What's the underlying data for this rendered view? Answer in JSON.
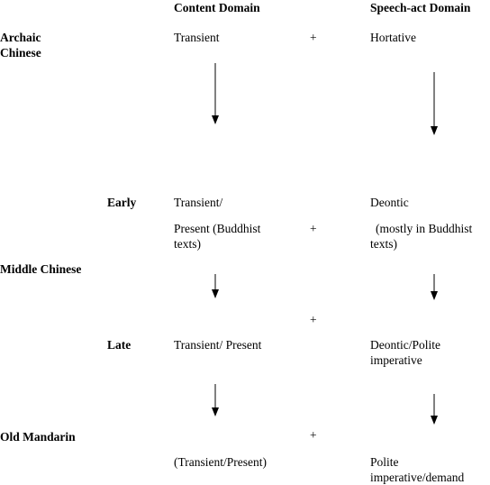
{
  "headers": {
    "content_domain": "Content Domain",
    "speech_act_domain": "Speech-act Domain"
  },
  "periods": {
    "archaic_line1": "Archaic",
    "archaic_line2": "Chinese",
    "middle_chinese": "Middle Chinese",
    "early": "Early",
    "late": "Late",
    "old_mandarin": "Old Mandarin"
  },
  "content": {
    "archaic": "Transient",
    "early_line1": "Transient/",
    "early_line2": "Present (Buddhist",
    "early_line3": "texts)",
    "late": "Transient/ Present",
    "old_mandarin": "(Transient/Present)"
  },
  "speech_act": {
    "archaic": "Hortative",
    "early_line1": "Deontic",
    "early_line2": "(mostly in Buddhist",
    "early_line3": "texts)",
    "late_line1": "Deontic/Polite",
    "late_line2": "imperative",
    "old_mandarin_line1": "Polite",
    "old_mandarin_line2": "imperative/demand"
  },
  "operators": {
    "plus": "+"
  }
}
